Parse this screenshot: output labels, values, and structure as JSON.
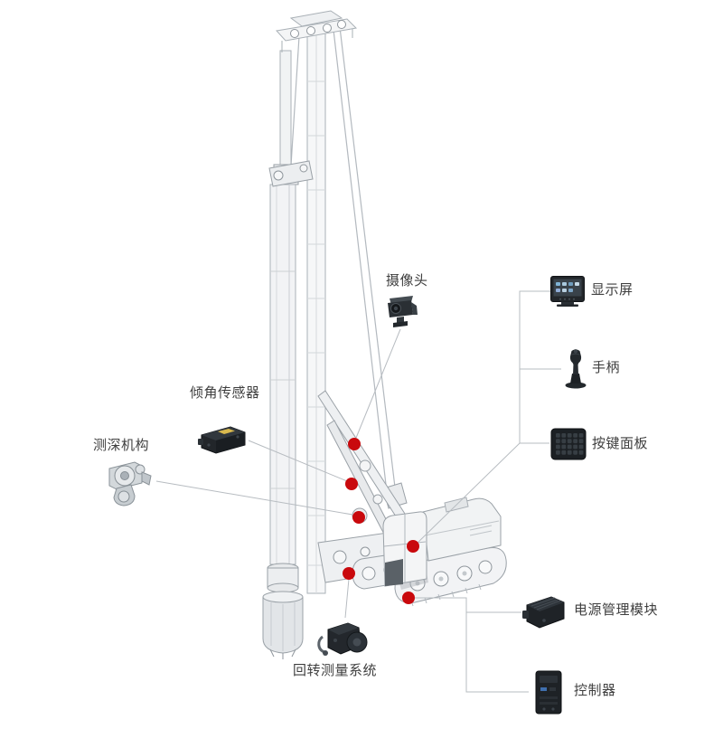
{
  "colors": {
    "background": "#ffffff",
    "marker": "#c9090d",
    "callout_line": "#b7bcc1",
    "label_text": "#3f3f3f"
  },
  "illustration": "rotary-drilling-rig",
  "labels": {
    "camera": "摄像头",
    "display": "显示屏",
    "handle": "手柄",
    "keypad": "按键面板",
    "tilt_sensor": "倾角传感器",
    "depth_mechanism": "测深机构",
    "rotation_system": "回转测量系统",
    "power_module": "电源管理模块",
    "controller": "控制器"
  },
  "icons": [
    "camera-icon",
    "display-icon",
    "joystick-icon",
    "keypad-icon",
    "tilt-sensor-icon",
    "depth-mechanism-icon",
    "rotation-system-icon",
    "power-module-icon",
    "controller-icon"
  ],
  "markers": {
    "count": 6,
    "positions": [
      "mast-upper",
      "mast-middle",
      "mast-lower",
      "cab",
      "base",
      "track"
    ]
  }
}
